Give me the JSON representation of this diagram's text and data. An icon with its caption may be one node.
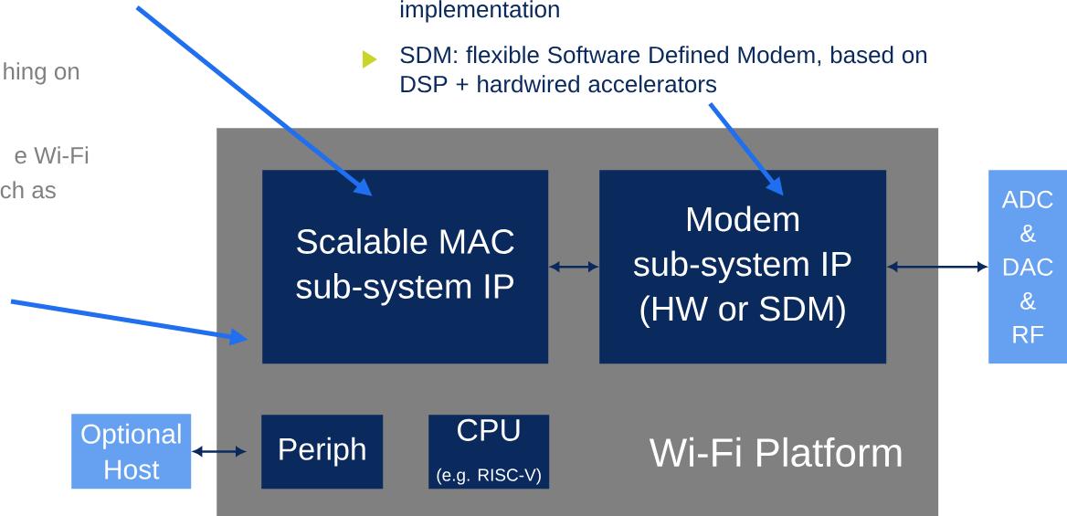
{
  "diagram": {
    "nodes": [
      {
        "text": [
          "Wi-Fi Platform"
        ]
      },
      {
        "text": [
          "Scalable MAC sub-system IP"
        ],
        "in": 0
      },
      {
        "text": [
          "Modem sub-system IP (HW or SDM)"
        ],
        "in": 0
      },
      {
        "text": [
          "Periph"
        ],
        "in": 0
      },
      {
        "text": [
          "CPU",
          "(e.g. RISC-V)"
        ],
        "in": 0
      },
      {
        "text": [
          "ADC & DAC & RF"
        ]
      },
      {
        "text": [
          "Optional Host"
        ]
      },
      {
        "text": [
          "SDM: flexible Software Defined Modem, based on DSP + hardwired accelerators"
        ]
      }
    ],
    "edges": [
      {
        "from": null,
        "to": 1,
        "arrow": "to",
        "style": "thick",
        "color": "#1f6fef"
      },
      {
        "from": null,
        "to": 0,
        "arrow": "to",
        "style": "thick",
        "color": "#1f6fef"
      },
      {
        "from": 7,
        "to": 2,
        "arrow": "to",
        "style": "thick",
        "color": "#1f6fef"
      },
      {
        "from": 1,
        "to": 2,
        "arrow": "both",
        "color": "#0a2a5e"
      },
      {
        "from": 2,
        "to": 5,
        "arrow": "both",
        "color": "#0a2a5e"
      },
      {
        "from": 6,
        "to": 3,
        "arrow": "both",
        "color": "#0a2a5e"
      }
    ],
    "labels": [
      "implementation",
      "hing on",
      "e Wi-Fi",
      "ch as"
    ]
  }
}
